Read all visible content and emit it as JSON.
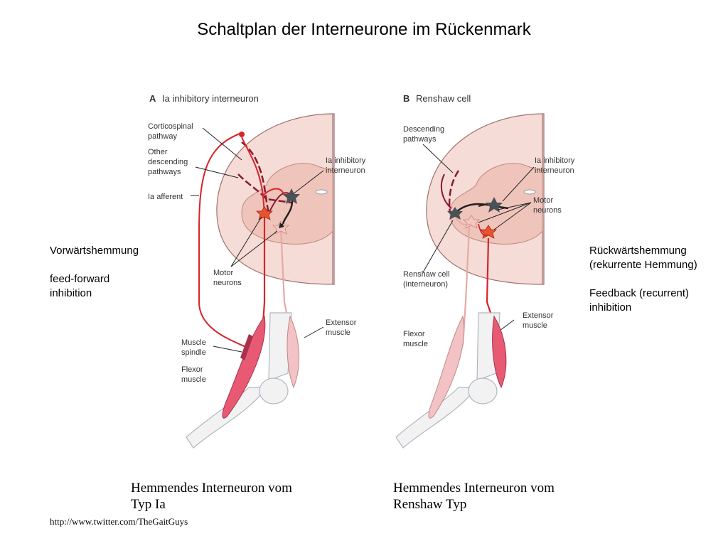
{
  "title": "Schaltplan der Interneurone im Rückenmark",
  "left_side_text": "Vorwärtshemmung\n\nfeed-forward\ninhibition",
  "right_side_text": "Rückwärtshemmung\n(rekurrente Hemmung)\n\nFeedback (recurrent)\ninhibition",
  "panel_a": {
    "letter": "A",
    "heading": "Ia inhibitory interneuron",
    "labels": {
      "corticospinal_line1": "Corticospinal",
      "corticospinal_line2": "pathway",
      "other_line1": "Other",
      "other_line2": "descending",
      "other_line3": "pathways",
      "ia_afferent": "Ia afferent",
      "ia_interneuron_line1": "Ia inhibitory",
      "ia_interneuron_line2": "interneuron",
      "motor_line1": "Motor",
      "motor_line2": "neurons",
      "spindle_line1": "Muscle",
      "spindle_line2": "spindle",
      "flexor_line1": "Flexor",
      "flexor_line2": "muscle",
      "extensor_line1": "Extensor",
      "extensor_line2": "muscle"
    }
  },
  "panel_b": {
    "letter": "B",
    "heading": "Renshaw cell",
    "labels": {
      "descending_line1": "Descending",
      "descending_line2": "pathways",
      "ia_interneuron_line1": "Ia inhibitory",
      "ia_interneuron_line2": "interneuron",
      "motor_line1": "Motor",
      "motor_line2": "neurons",
      "renshaw_line1": "Renshaw cell",
      "renshaw_line2": "(interneuron)",
      "flexor_line1": "Flexor",
      "flexor_line2": "muscle",
      "extensor_line1": "Extensor",
      "extensor_line2": "muscle"
    }
  },
  "caption_a": "Hemmendes Interneuron vom\nTyp Ia",
  "caption_b": "Hemmendes Interneuron vom\nRenshaw Typ",
  "source_url": "http://www.twitter.com/TheGaitGuys",
  "colors": {
    "spinal_cord": "#f6dcd6",
    "gray_matter": "#efc4bb",
    "red_axon": "#d8232a",
    "dark_red_axon": "#8b1a2e",
    "pink_axon": "#e8a9a6",
    "muscle_flexor": "#e85a74",
    "muscle_extensor": "#f3c2c6",
    "bone": "#f2f2f2",
    "inhibitory_neuron": "#4a5157"
  }
}
